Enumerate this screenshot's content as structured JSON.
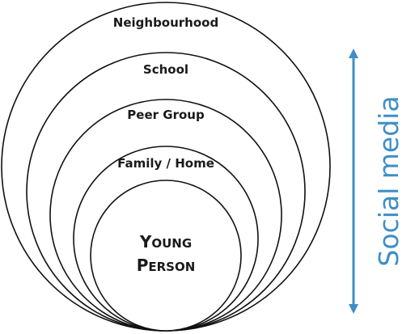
{
  "rings": [
    {
      "label": "Neighbourhood"
    },
    {
      "label": "School"
    },
    {
      "label": "Peer Group"
    },
    {
      "label": "Family / Home"
    }
  ],
  "core": {
    "line1": "Young",
    "line2": "Person"
  },
  "side_axis": {
    "label": "Social media",
    "color": "#3f8fc6",
    "arrow": "double-headed-vertical"
  }
}
